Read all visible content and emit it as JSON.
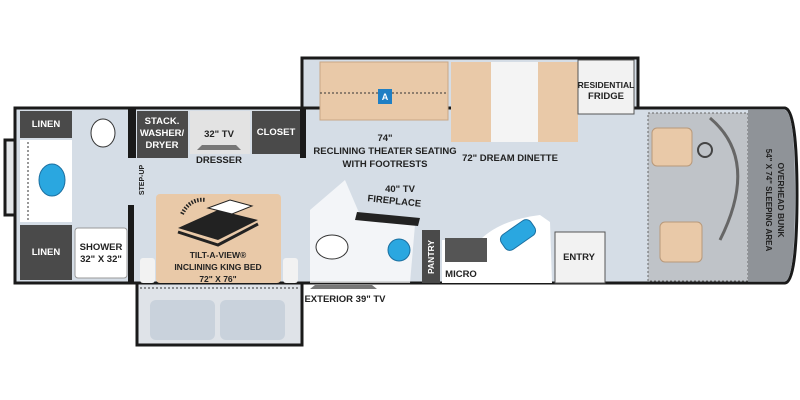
{
  "floorplan": {
    "rooms": {
      "linen_top": "LINEN",
      "linen_bottom": "LINEN",
      "shower": [
        "SHOWER",
        "32\" X 32\""
      ],
      "washer_dryer": [
        "STACK.",
        "WASHER/",
        "DRYER"
      ],
      "bedroom_tv": "32\" TV",
      "dresser": "DRESSER",
      "closet": "CLOSET",
      "step_up": "STEP-UP",
      "bed": [
        "TILT-A-VIEW®",
        "INCLINING KING BED",
        "72\" X 76\""
      ],
      "seating": [
        "74\"",
        "RECLINING THEATER SEATING",
        "WITH FOOTRESTS"
      ],
      "seat_badge": "A",
      "dinette": "72\" DREAM DINETTE",
      "fridge": [
        "RESIDENTIAL",
        "FRIDGE"
      ],
      "living_tv": [
        "40\" TV",
        "FIREPLACE"
      ],
      "pantry": "PANTRY",
      "micro": "MICRO",
      "entry": "ENTRY",
      "bunk": [
        "OVERHEAD BUNK",
        "54\" X 74\" SLEEPING AREA"
      ],
      "exterior_tv": "EXTERIOR 39\" TV"
    },
    "colors": {
      "floor": "#d5dde6",
      "wall": "#1a1a1a",
      "cabinet": "#4a4a4a",
      "furniture": "#e9c9a8",
      "water": "#2aa7e0",
      "cab": "#bfc3c8"
    }
  }
}
